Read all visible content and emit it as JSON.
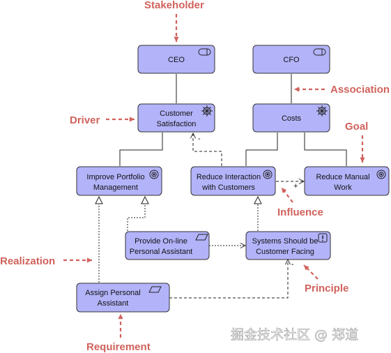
{
  "nodes": {
    "ceo": "CEO",
    "cfo": "CFO",
    "customer_satisfaction": [
      "Customer",
      "Satisfaction"
    ],
    "costs": "Costs",
    "improve_portfolio": [
      "Improve Portfolio",
      "Management"
    ],
    "reduce_interaction": [
      "Reduce Interaction",
      "with Customers"
    ],
    "reduce_manual": [
      "Reduce Manual",
      "Work"
    ],
    "provide_online": [
      "Provide On-line",
      "Personal Assistant"
    ],
    "systems_customer": [
      "Systems Should be",
      "Customer Facing"
    ],
    "assign_assistant": [
      "Assign Personal",
      "Assistant"
    ]
  },
  "callouts": {
    "stakeholder": "Stakeholder",
    "association": "Association",
    "driver": "Driver",
    "goal": "Goal",
    "influence": "Influence",
    "realization": "Realization",
    "principle": "Principle",
    "requirement": "Requirement"
  },
  "signs": {
    "minus_top": "-",
    "plus": "+",
    "minus_bottom": "-"
  },
  "watermark": "掘金技术社区 @ 郑道",
  "colors": {
    "node_fill": "#b3b3fa",
    "node_stroke": "#333333",
    "callout": "#d0625c"
  },
  "icons": {
    "stakeholder": "cylinder-icon",
    "driver": "ship-wheel-icon",
    "goal": "target-icon",
    "requirement": "parallelogram-icon",
    "principle": "exclamation-icon"
  }
}
